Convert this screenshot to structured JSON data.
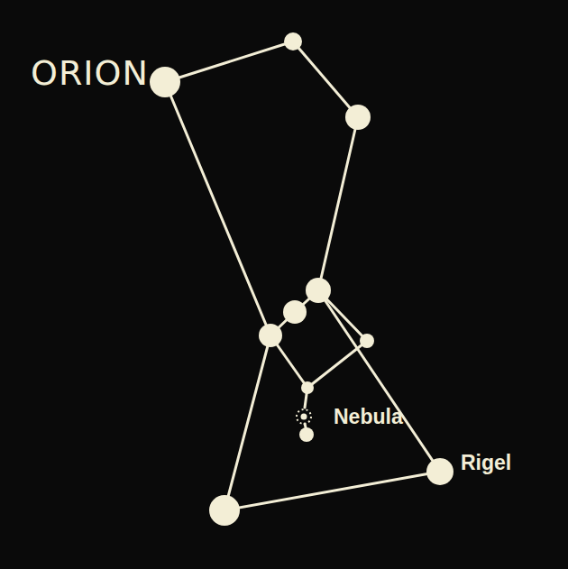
{
  "diagram": {
    "title": "ORION",
    "labels": [
      "Nebula",
      "Rigel"
    ]
  }
}
